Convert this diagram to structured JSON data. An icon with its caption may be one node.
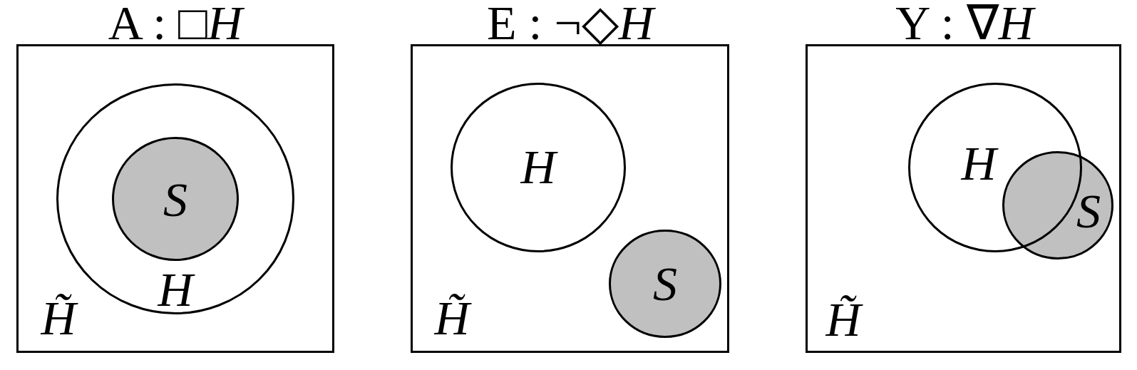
{
  "diagram": {
    "nodes": [
      {
        "text": [
          "A : □*H*",
          "H̃"
        ]
      },
      {
        "text": [
          "H"
        ],
        "in": 0
      },
      {
        "text": [
          "S"
        ],
        "in": 1
      },
      {
        "text": [
          "E : ¬◇*H*",
          "H̃"
        ]
      },
      {
        "text": [
          "H"
        ],
        "in": 3
      },
      {
        "text": [
          "S"
        ],
        "in": 3
      },
      {
        "text": [
          "Y : ∇*H*",
          "H̃"
        ]
      },
      {
        "text": [
          "H"
        ],
        "in": 6
      },
      {
        "text": [
          "S"
        ],
        "in": 6
      }
    ]
  }
}
